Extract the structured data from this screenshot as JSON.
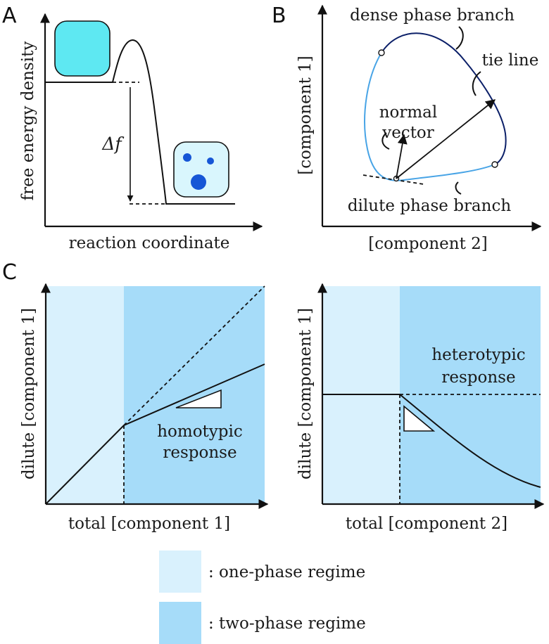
{
  "colors": {
    "one_phase": "#d9f1fd",
    "two_phase": "#a6dcf9",
    "dense_square": "#5ee8f2",
    "dilute_square": "#d9f6fd",
    "droplet": "#1656d6",
    "dense_branch": "#0b1f68",
    "dilute_branch": "#48a4e6"
  },
  "icons": {
    "dense_state": "rounded-square-dense",
    "dilute_state": "rounded-square-with-droplets"
  },
  "panel_a": {
    "letter": "A",
    "ylabel": "free energy density",
    "xlabel": "reaction coordinate",
    "delta_label": "Δf"
  },
  "panel_b": {
    "letter": "B",
    "ylabel": "[component 1]",
    "xlabel": "[component 2]",
    "dense_label": "dense phase branch",
    "dilute_label": "dilute phase branch",
    "tie_label": "tie line",
    "normal_label_1": "normal",
    "normal_label_2": "vector"
  },
  "panel_c": {
    "letter": "C",
    "left": {
      "ylabel": "dilute [component 1]",
      "xlabel": "total [component 1]",
      "response_1": "homotypic",
      "response_2": "response"
    },
    "right": {
      "ylabel": "dilute [component 1]",
      "xlabel": "total [component 2]",
      "response_1": "heterotypic",
      "response_2": "response"
    }
  },
  "legend": {
    "one_phase": ": one-phase regime",
    "two_phase": ": two-phase regime"
  }
}
